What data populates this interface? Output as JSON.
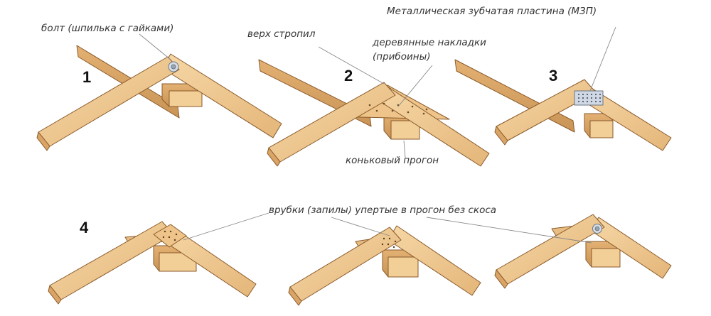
{
  "numbers": [
    "1",
    "2",
    "3",
    "4"
  ],
  "labels": {
    "bolt": "болт (шпилька с гайками)",
    "rafter_top": "верх стропил",
    "wood_pads": "деревянные накладки",
    "wood_pads_2": "(прибоины)",
    "metal_plate": "Металлическая зубчатая пластина (МЗП)",
    "ridge_purlin": "коньковый прогон",
    "notches": "врубки (запилы) упертые в прогон без скоса"
  },
  "colors": {
    "wood_light": "#f3cf98",
    "wood_mid": "#e2b172",
    "wood_dark": "#c08a4c",
    "outline": "#8a5a2a",
    "plate": "#cfd8e4",
    "leader": "#888888"
  }
}
